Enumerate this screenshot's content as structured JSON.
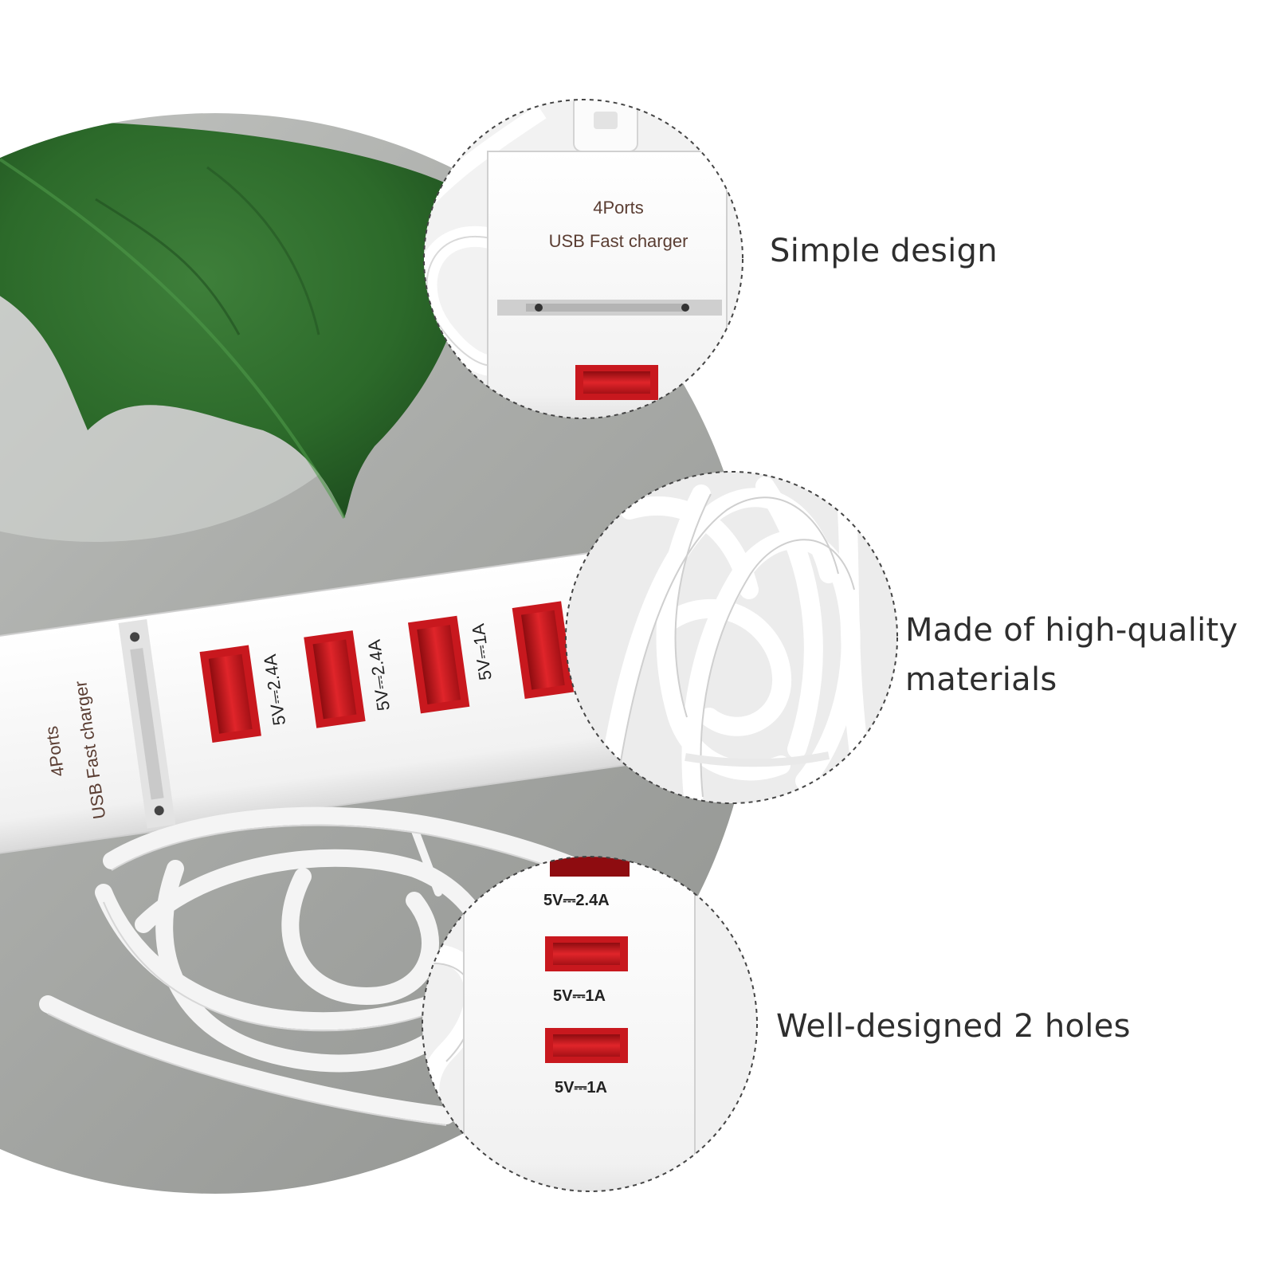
{
  "image": {
    "alt": "Close-up views of a 4-port USB fast charger"
  },
  "product": {
    "print_line_1": "4Ports",
    "print_line_2": "USB Fast charger",
    "ports": [
      {
        "rating": "5V⎓2.4A"
      },
      {
        "rating": "5V⎓2.4A"
      },
      {
        "rating": "5V⎓1A"
      },
      {
        "rating": "5V⎓1A"
      }
    ]
  },
  "features": [
    {
      "lines": [
        "Simple design"
      ]
    },
    {
      "lines": [
        "Made of high-quality",
        "materials"
      ]
    },
    {
      "lines": [
        "Well-designed 2 holes"
      ]
    }
  ],
  "colors": {
    "background": "#ffffff",
    "backdrop_gray": "#a6a8a5",
    "leaf_green": "#2f6b2e",
    "charger_white": "#f7f7f7",
    "port_red": "#c8181e",
    "label_text": "#2e2e2e",
    "dashed_circle": "#444444"
  }
}
